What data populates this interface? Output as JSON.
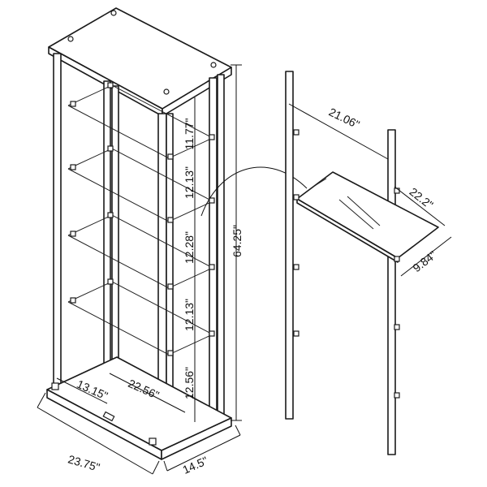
{
  "dimensions": {
    "shelf_spacing": [
      "11.77\"",
      "12.13\"",
      "12.28\"",
      "12.13\"",
      "12.56\""
    ],
    "total_height": "64.25\"",
    "width": "23.75\"",
    "depth": "14.5\"",
    "inner_width": "22.56\"",
    "inner_depth": "13.15\"",
    "shelf_length": "21.06\"",
    "shelf_width": "22.2\"",
    "shelf_depth": "9.84\""
  },
  "colors": {
    "line": "#1a1a1a",
    "background": "#ffffff"
  }
}
